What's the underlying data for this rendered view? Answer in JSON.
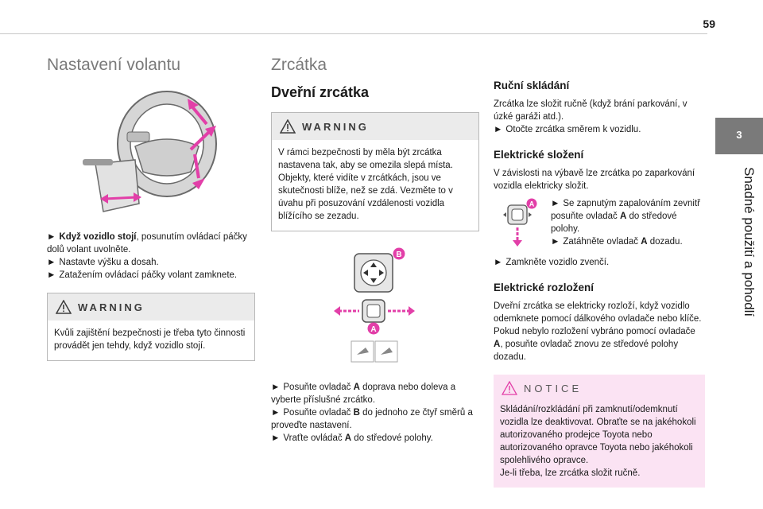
{
  "page": {
    "number": "59"
  },
  "side_tab": {
    "number": "3",
    "title": "Snadné použití a pohodlí"
  },
  "col1": {
    "title": "Nastavení volantu",
    "bullets": [
      {
        "bold": "Když vozidlo stojí",
        "text": ", posunutím ovládací páčky dolů volant uvolněte."
      },
      {
        "bold": "",
        "text": "Nastavte výšku a dosah."
      },
      {
        "bold": "",
        "text": "Zatažením ovládací páčky volant zamknete."
      }
    ],
    "warning": {
      "label": "WARNING",
      "text": "Kvůli zajištění bezpečnosti je třeba tyto činnosti provádět jen tehdy, když vozidlo stojí."
    }
  },
  "col2": {
    "title": "Zrcátka",
    "subtitle": "Dveřní zrcátka",
    "warning": {
      "label": "WARNING",
      "text": "V rámci bezpečnosti by měla být zrcátka nastavena tak, aby se omezila slepá místa. Objekty, které vidíte v zrcátkách, jsou ve skutečnosti blíže, než se zdá. Vezměte to v úvahu při posuzování vzdálenosti vozidla blížícího se zezadu."
    },
    "figure_labels": {
      "b": "B",
      "a": "A"
    },
    "bullets": [
      {
        "pre": "Posuňte ovladač ",
        "bold": "A",
        "post": " doprava nebo doleva a vyberte příslušné zrcátko."
      },
      {
        "pre": "Posuňte ovladač ",
        "bold": "B",
        "post": " do jednoho ze čtyř směrů a proveďte nastavení."
      },
      {
        "pre": "Vraťte ovládač ",
        "bold": "A",
        "post": " do středové polohy."
      }
    ]
  },
  "col3": {
    "manual": {
      "heading": "Ruční skládání",
      "text": "Zrcátka lze složit ručně (když brání parkování, v úzké garáži atd.).",
      "bullet": "Otočte zrcátka směrem k vozidlu."
    },
    "electric_fold": {
      "heading": "Elektrické složení",
      "text": "V závislosti na výbavě lze zrcátka po zaparkování vozidla elektricky složit.",
      "figure_label": "A",
      "bullets": [
        {
          "pre": "Se zapnutým zapalováním zevnitř posuňte ovladač ",
          "bold": "A",
          "post": " do středové polohy."
        },
        {
          "pre": "Zatáhněte ovladač ",
          "bold": "A",
          "post": " dozadu."
        }
      ],
      "bullet_after": "Zamkněte vozidlo zvenčí."
    },
    "electric_unfold": {
      "heading": "Elektrické rozložení",
      "text_pre": "Dveřní zrcátka se elektricky rozloží, když vozidlo odemknete pomocí dálkového ovladače nebo klíče. Pokud nebylo rozložení vybráno pomocí ovladače ",
      "text_bold": "A",
      "text_post": ", posuňte ovladač znovu ze středové polohy dozadu."
    },
    "notice": {
      "label": "NOTICE",
      "text": "Skládání/rozkládání při zamknutí/odemknutí vozidla lze deaktivovat. Obraťte se na jakéhokoli autorizovaného prodejce Toyota nebo autorizovaného opravce Toyota nebo jakéhokoli spolehlivého opravce.",
      "text2": "Je-li třeba, lze zrcátka složit ručně."
    }
  },
  "bullet_marker": "►",
  "colors": {
    "accent_pink": "#e23fa8",
    "gray": "#7a7a7a",
    "notice_bg": "#fbe3f3"
  }
}
